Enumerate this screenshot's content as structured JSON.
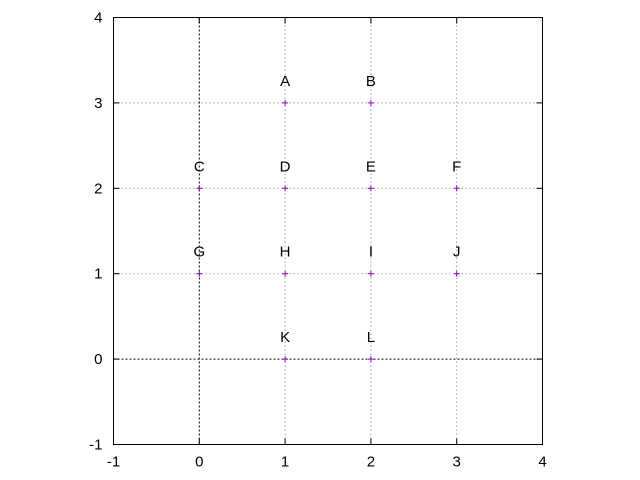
{
  "chart_data": {
    "type": "scatter",
    "title": "",
    "xlabel": "",
    "ylabel": "",
    "xlim": [
      -1,
      4
    ],
    "ylim": [
      -1,
      4
    ],
    "xticks": [
      -1,
      0,
      1,
      2,
      3,
      4
    ],
    "yticks": [
      -1,
      0,
      1,
      2,
      3,
      4
    ],
    "xtick_labels": [
      "-1",
      "0",
      "1",
      "2",
      "3",
      "4"
    ],
    "ytick_labels": [
      "-1",
      "0",
      "1",
      "2",
      "3",
      "4"
    ],
    "grid": true,
    "zero_axes": true,
    "marker": "+",
    "marker_color": "#9400d3",
    "points": [
      {
        "label": "A",
        "x": 1,
        "y": 3
      },
      {
        "label": "B",
        "x": 2,
        "y": 3
      },
      {
        "label": "C",
        "x": 0,
        "y": 2
      },
      {
        "label": "D",
        "x": 1,
        "y": 2
      },
      {
        "label": "E",
        "x": 2,
        "y": 2
      },
      {
        "label": "F",
        "x": 3,
        "y": 2
      },
      {
        "label": "G",
        "x": 0,
        "y": 1
      },
      {
        "label": "H",
        "x": 1,
        "y": 1
      },
      {
        "label": "I",
        "x": 2,
        "y": 1
      },
      {
        "label": "J",
        "x": 3,
        "y": 1
      },
      {
        "label": "K",
        "x": 1,
        "y": 0
      },
      {
        "label": "L",
        "x": 2,
        "y": 0
      }
    ]
  }
}
